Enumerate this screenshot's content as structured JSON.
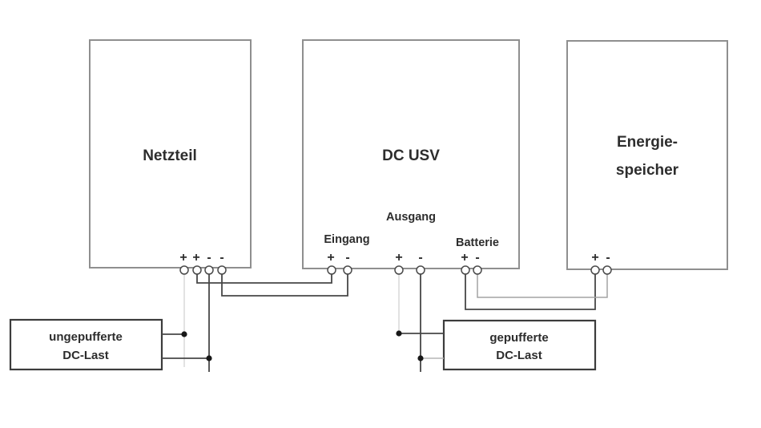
{
  "diagram": {
    "blocks": {
      "netzteil": {
        "label": "Netzteil",
        "terminal_signs": [
          "+",
          "+",
          "-",
          "-"
        ]
      },
      "dc_usv": {
        "label": "DC USV",
        "ports": {
          "eingang": {
            "label": "Eingang",
            "signs": [
              "+",
              "-"
            ]
          },
          "ausgang": {
            "label": "Ausgang",
            "signs": [
              "+",
              "-"
            ]
          },
          "batterie": {
            "label": "Batterie",
            "signs": [
              "+",
              "-"
            ]
          }
        }
      },
      "energiespeicher": {
        "label_line1": "Energie-",
        "label_line2": "speicher",
        "terminal_signs": [
          "+",
          "-"
        ]
      },
      "ungepufferte_last": {
        "label_line1": "ungepufferte",
        "label_line2": "DC-Last"
      },
      "gepufferte_last": {
        "label_line1": "gepufferte",
        "label_line2": "DC-Last"
      }
    },
    "colors": {
      "background": "#ffffff",
      "box_border_large": "#8f8f8f",
      "box_border_load": "#3c3c3c",
      "wire_dark": "#474747",
      "wire_gray": "#a3a3a3",
      "wire_light": "#d2d2d2",
      "terminal_fill": "#ffffff",
      "junction_dot": "#181818",
      "text": "#2d2d2d"
    },
    "connections": [
      {
        "from": "Netzteil +",
        "to": "DC USV Eingang +"
      },
      {
        "from": "Netzteil -",
        "to": "DC USV Eingang -"
      },
      {
        "from": "Netzteil +",
        "to": "ungepufferte DC-Last +"
      },
      {
        "from": "Netzteil -",
        "to": "ungepufferte DC-Last -"
      },
      {
        "from": "DC USV Ausgang +",
        "to": "gepufferte DC-Last +"
      },
      {
        "from": "DC USV Ausgang -",
        "to": "gepufferte DC-Last -"
      },
      {
        "from": "DC USV Batterie +",
        "to": "Energiespeicher +"
      },
      {
        "from": "DC USV Batterie -",
        "to": "Energiespeicher -"
      }
    ]
  }
}
